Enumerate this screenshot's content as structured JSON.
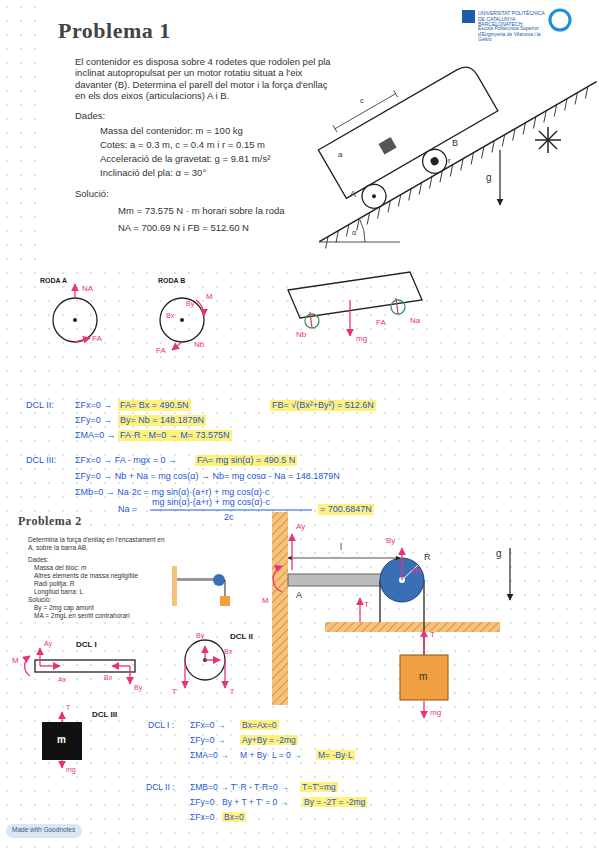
{
  "diagram": {
    "labels": [
      "Problema 1",
      "UNIVERSITAT POLITÈCNICA DE CATALUNYA BARCELONATECH",
      "Escola Politècnica Superior d'Enginyeria de Vilanova i la Geltrú",
      "El contenidor es disposa sobre 4 rodetes que rodolen pel pla inclinat autopropulsat per un motor rotatiu situat a l'eix davanter (B). Determina el parell del motor i la força d'enllaç en els dos eixos (articulacions) A i B.",
      "Dades:",
      "Massa del contenidor: m = 100 kg",
      "Cotes: a = 0.3 m, c = 0.4 m i r = 0.15 m",
      "Acceleració de la gravetat: g = 9.81 m/s²",
      "Inclinació del pla: α = 30°",
      "Solució:",
      "Mm = 73.575 N · m horari sobre la roda",
      "NA = 700.69 N i FB = 512.60 N",
      "A",
      "B",
      "g",
      "a",
      "c",
      "r",
      "α",
      "RODA A",
      "RODA B",
      "NA",
      "FA",
      "M",
      "Bx",
      "By",
      "FA",
      "Nb",
      "Nb",
      "FA",
      "Na",
      "mg",
      "DCL II:",
      "ΣFx=0 →",
      "FA= Bx = 490.5N",
      "ΣFy=0 →",
      "By= Nb = 148.1879N",
      "ΣMA=0 →",
      "FA·R - M=0 → M= 73.575N",
      "FB= √(Bx²+By²) = 512.6N",
      "DCL III:",
      "ΣFx=0 → FA - mgx = 0 →",
      "FA= mg sin(α) = 490.5 N",
      "ΣFy=0 → Nb + Na = mg cos(α) → Nb= mg cosα - Na = 148.1879N",
      "ΣMb=0 → Na·2c = mg sin(α)·(a+r) + mg cos(α)·c",
      "Na =",
      "mg sin(α)·(a+r) + mg cos(α)·c",
      "2c",
      "= 700.6847N",
      "Problema 2",
      "Determina la força d'enllaç en l'encastament en A, sobre la barra AB.",
      "Dades:",
      "Massa del bloc: m",
      "Altres elements de massa negligible",
      "Radi politja: R",
      "Longitud barra: L",
      "Solució:",
      "By = 2mg cap amunt",
      "MA = 2mgL en sentit contrahorari",
      "A",
      "l",
      "R",
      "g",
      "m",
      "Ay",
      "M",
      "By",
      "Bx",
      "T",
      "T",
      "mg",
      "DCL I",
      "M",
      "Ay",
      "Ax",
      "Bx",
      "By",
      "DCL II",
      "By",
      "Bx",
      "T'",
      "T",
      "DCL III",
      "T",
      "m",
      "mg",
      "DCL I :",
      "ΣFx=0 →",
      "Bx=Ax=0",
      "ΣFy=0 →",
      "Ay+By = -2mg",
      "ΣMA=0 →",
      "M + By· L = 0 →",
      "M= -By·L",
      "DCL II :",
      "ΣMB=0 → T'·R - T·R=0 →",
      "T=T'=mg",
      "ΣFy=0",
      "By + T + T' = 0 →",
      "By = -2T = -2mg",
      "ΣFx=0",
      "Bx=0",
      "Made with Goodnotes"
    ]
  }
}
